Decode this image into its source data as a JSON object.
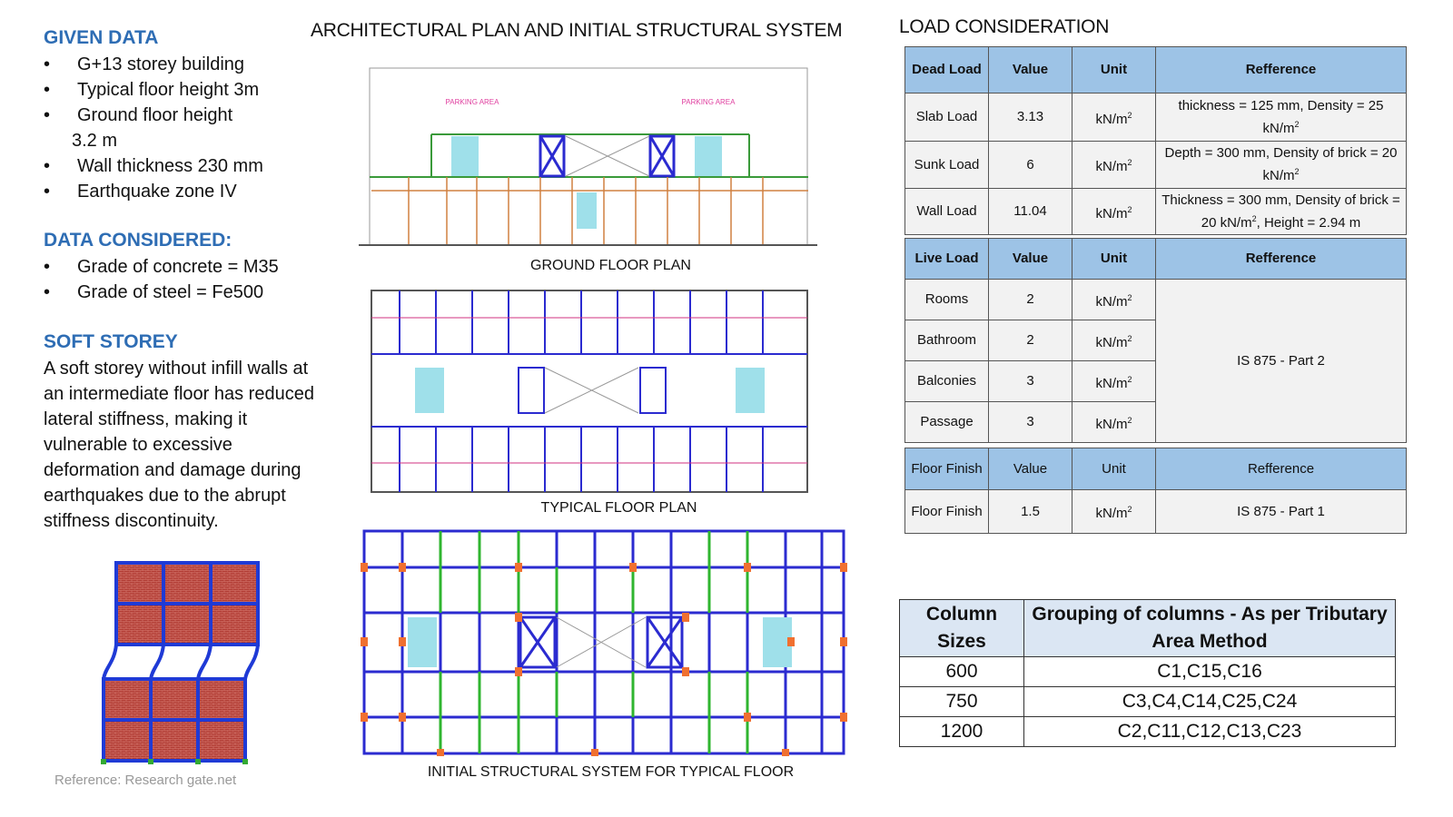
{
  "given": {
    "title": "GIVEN DATA",
    "items": [
      "G+13 storey building",
      "Typical floor height 3m",
      "Ground floor height",
      "Wall thickness 230 mm",
      "Earthquake zone IV"
    ],
    "item2_cont": "3.2 m"
  },
  "considered": {
    "title": "DATA CONSIDERED:",
    "items": [
      "Grade of concrete = M35",
      "Grade of steel = Fe500"
    ]
  },
  "soft": {
    "title": "SOFT STOREY",
    "lines": [
      "A soft storey without infill walls at",
      "an intermediate floor has reduced",
      "lateral stiffness, making it",
      "vulnerable to excessive",
      "deformation and damage during",
      "earthquakes due to the abrupt",
      "stiffness discontinuity."
    ]
  },
  "reference_note": "Reference: Research gate.net",
  "center": {
    "title": "ARCHITECTURAL PLAN AND INITIAL STRUCTURAL SYSTEM",
    "ground_caption": "GROUND FLOOR PLAN",
    "typical_caption": "TYPICAL FLOOR PLAN",
    "structural_caption": "INITIAL STRUCTURAL SYSTEM FOR TYPICAL FLOOR",
    "parking_label": "PARKING AREA"
  },
  "load": {
    "title": "LOAD CONSIDERATION",
    "dead_header": [
      "Dead Load",
      "Value",
      "Unit",
      "Refference"
    ],
    "dead_rows": [
      {
        "name": "Slab Load",
        "value": "3.13",
        "unit": "kN/m",
        "ref1": "thickness = 125 mm, Density = 25",
        "ref2": "kN/m"
      },
      {
        "name": "Sunk Load",
        "value": "6",
        "unit": "kN/m",
        "ref1": "Depth = 300 mm, Density of brick = 20",
        "ref2": "kN/m"
      },
      {
        "name": "Wall Load",
        "value": "11.04",
        "unit": "kN/m",
        "ref1": "Thickness = 300 mm, Density of brick =",
        "ref2a": "20 kN/m",
        "ref2b": ", Height = 2.94 m"
      }
    ],
    "live_header": [
      "Live Load",
      "Value",
      "Unit",
      "Refference"
    ],
    "live_rows": [
      {
        "name": "Rooms",
        "value": "2",
        "unit": "kN/m"
      },
      {
        "name": "Bathroom",
        "value": "2",
        "unit": "kN/m"
      },
      {
        "name": "Balconies",
        "value": "3",
        "unit": "kN/m"
      },
      {
        "name": "Passage",
        "value": "3",
        "unit": "kN/m"
      }
    ],
    "live_ref": "IS 875 - Part 2",
    "finish_header": [
      "Floor Finish",
      "Value",
      "Unit",
      "Refference"
    ],
    "finish_row": {
      "name": "Floor Finish",
      "value": "1.5",
      "unit": "kN/m",
      "ref": "IS 875 - Part 1"
    },
    "sup": "2"
  },
  "columns": {
    "header1a": "Column",
    "header1b": "Sizes",
    "header2a": "Grouping of columns - As per Tributary",
    "header2b": "Area Method",
    "rows": [
      {
        "size": "600",
        "group": "C1,C15,C16"
      },
      {
        "size": "750",
        "group": "C3,C4,C14,C25,C24"
      },
      {
        "size": "1200",
        "group": "C2,C11,C12,C13,C23"
      }
    ]
  }
}
